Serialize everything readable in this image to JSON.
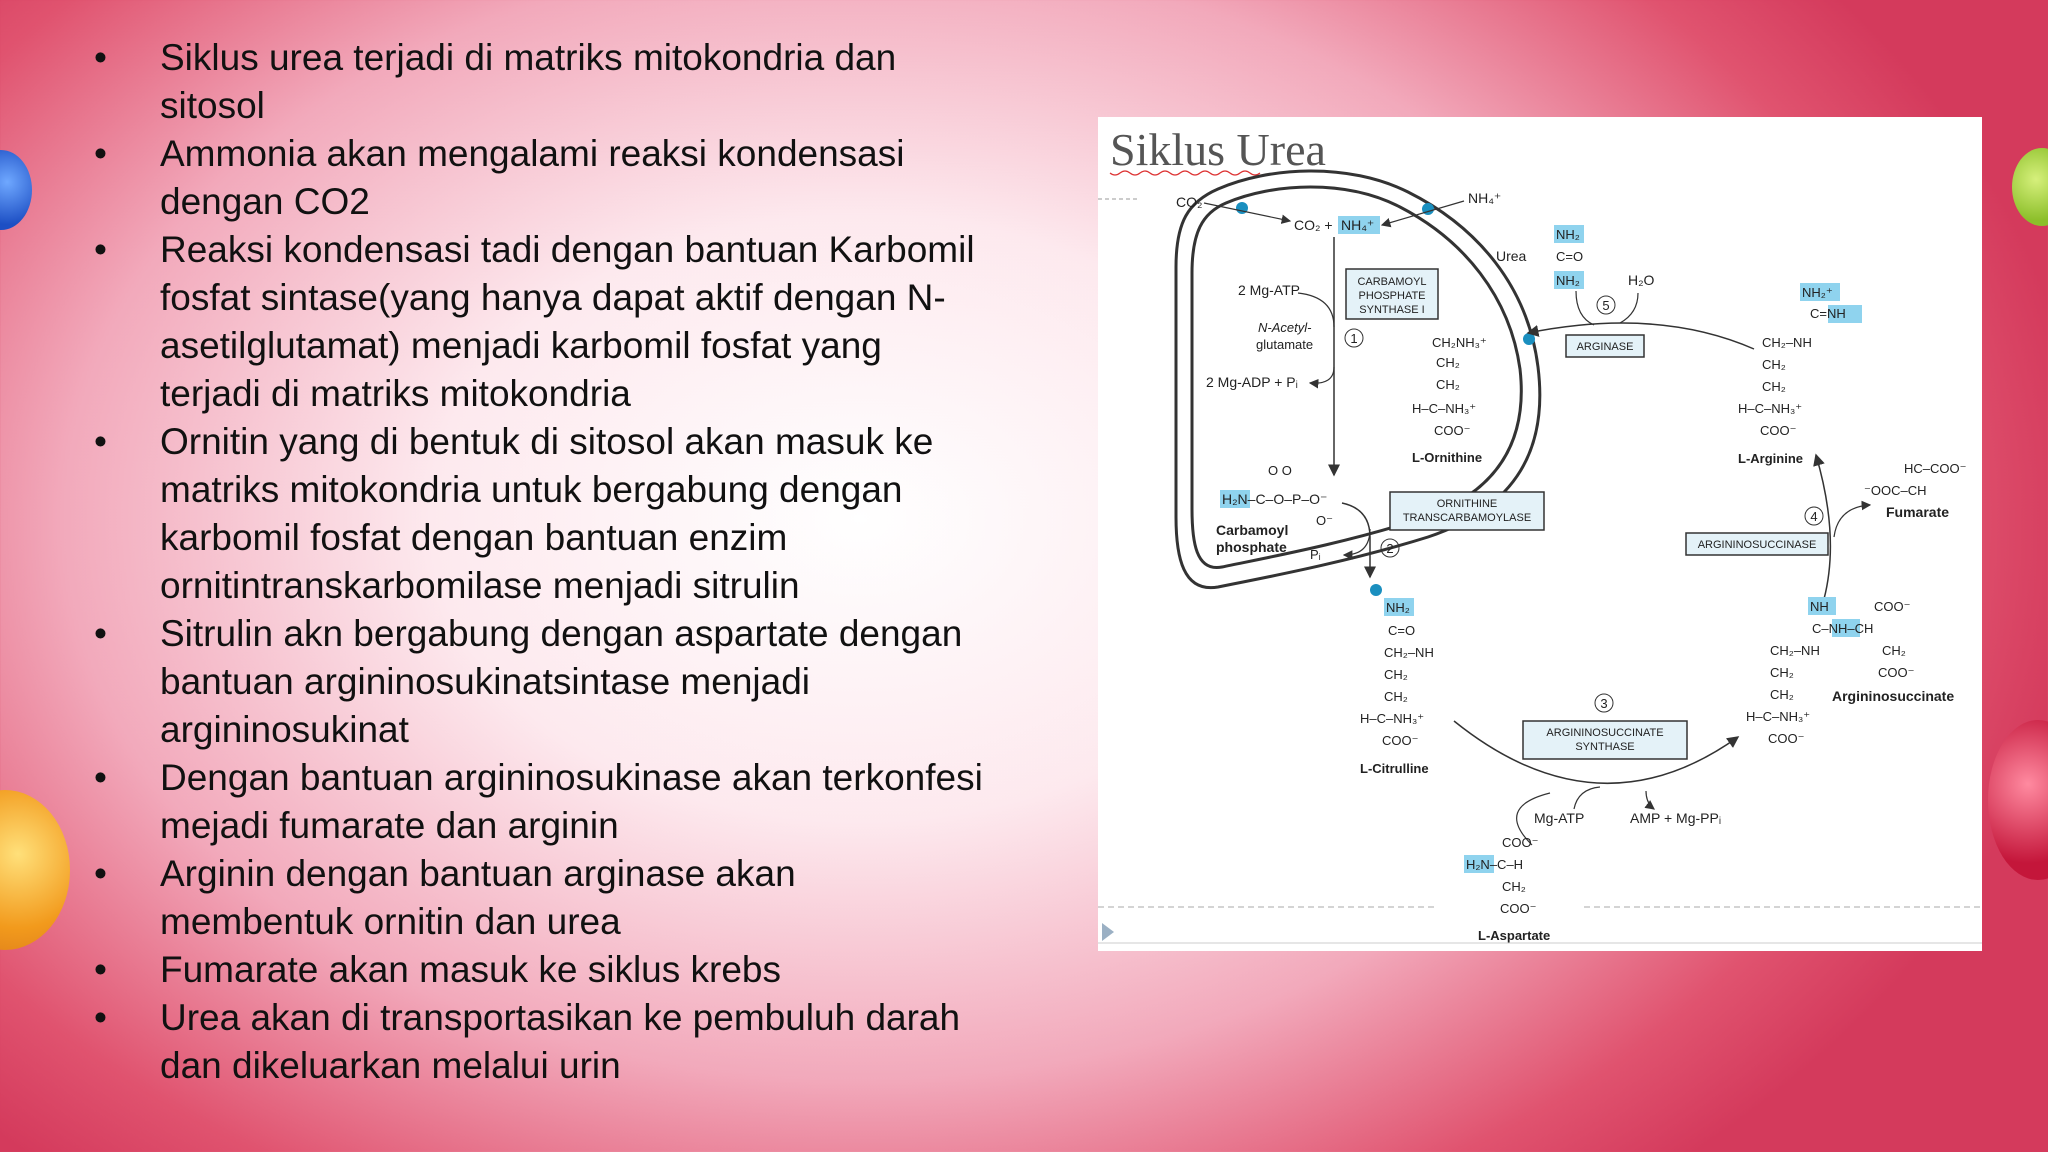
{
  "slide": {
    "bullets": [
      "Siklus urea terjadi di matriks mitokondria dan sitosol",
      "Ammonia akan mengalami reaksi kondensasi dengan CO2",
      "Reaksi kondensasi tadi dengan bantuan Karbomil fosfat sintase(yang hanya dapat aktif dengan N-asetilglutamat) menjadi karbomil fosfat yang terjadi di matriks mitokondria",
      "Ornitin yang di bentuk di sitosol akan masuk ke matriks mitokondria untuk bergabung dengan karbomil fosfat dengan bantuan enzim ornitintranskarbomilase menjadi sitrulin",
      "Sitrulin akn bergabung dengan aspartate dengan bantuan argininosukinatsintase menjadi argininosukinat",
      "Dengan bantuan argininosukinase akan terkonfesi mejadi fumarate dan arginin",
      "Arginin dengan bantuan arginase akan membentuk ornitin dan urea",
      "Fumarate akan masuk ke siklus krebs",
      "Urea akan di transportasikan ke pembuluh darah dan dikeluarkan melalui urin"
    ],
    "bullet_lines": [
      [
        "Siklus urea terjadi di matriks mitokondria dan",
        "sitosol"
      ],
      [
        "Ammonia akan mengalami reaksi kondensasi",
        "dengan CO2"
      ],
      [
        "Reaksi kondensasi tadi dengan bantuan Karbomil",
        "fosfat sintase(yang hanya dapat aktif dengan N-",
        "asetilglutamat) menjadi karbomil fosfat yang",
        "terjadi di matriks mitokondria"
      ],
      [
        "Ornitin yang di bentuk di sitosol akan masuk ke",
        "matriks mitokondria untuk bergabung dengan",
        "karbomil fosfat dengan bantuan enzim",
        "ornitintranskarbomilase menjadi sitrulin"
      ],
      [
        "Sitrulin akn bergabung dengan aspartate dengan",
        "bantuan argininosukinatsintase menjadi",
        "argininosukinat"
      ],
      [
        "Dengan bantuan argininosukinase akan terkonfesi",
        "mejadi fumarate dan arginin"
      ],
      [
        "Arginin dengan bantuan arginase akan",
        "membentuk ornitin dan urea"
      ],
      [
        "Fumarate akan masuk ke siklus krebs"
      ],
      [
        "Urea akan di transportasikan ke pembuluh darah",
        "dan dikeluarkan melalui urin"
      ]
    ],
    "bullet_symbol": "•"
  },
  "diagram": {
    "title": "Siklus Urea",
    "enzymes": {
      "cps1": [
        "CARBAMOYL",
        "PHOSPHATE",
        "SYNTHASE I"
      ],
      "otc": [
        "ORNITHINE",
        "TRANSCARBAMOYLASE"
      ],
      "arginase": "ARGINASE",
      "argininosuccinase": "ARGININOSUCCINASE",
      "ass": [
        "ARGININOSUCCINATE",
        "SYNTHASE"
      ]
    },
    "steps": [
      "1",
      "2",
      "3",
      "4",
      "5"
    ],
    "labels": {
      "co2": "CO₂",
      "co2_nh4": "CO₂ +",
      "nh4": "NH₄⁺",
      "nh4_top": "NH₄⁺",
      "mg_atp_2": "2 Mg-ATP",
      "nag_1": "N-Acetyl-",
      "nag_2": "glutamate",
      "mg_adp": "2 Mg-ADP + Pᵢ",
      "carbamoyl_1": "Carbamoyl",
      "carbamoyl_2": "phosphate",
      "pi": "Pᵢ",
      "urea": "Urea",
      "h2o": "H₂O",
      "ornithine": "L-Ornithine",
      "arginine": "L-Arginine",
      "fumarate": "Fumarate",
      "argininosuccinate": "Argininosuccinate",
      "citrulline": "L-Citrulline",
      "aspartate": "L-Aspartate",
      "mg_atp": "Mg-ATP",
      "amp": "AMP + Mg-PPᵢ"
    }
  },
  "colors": {
    "highlight": "#8fd3ee",
    "membrane_dot": "#1a8fbf",
    "enzyme_box": "#e4f2f8"
  }
}
